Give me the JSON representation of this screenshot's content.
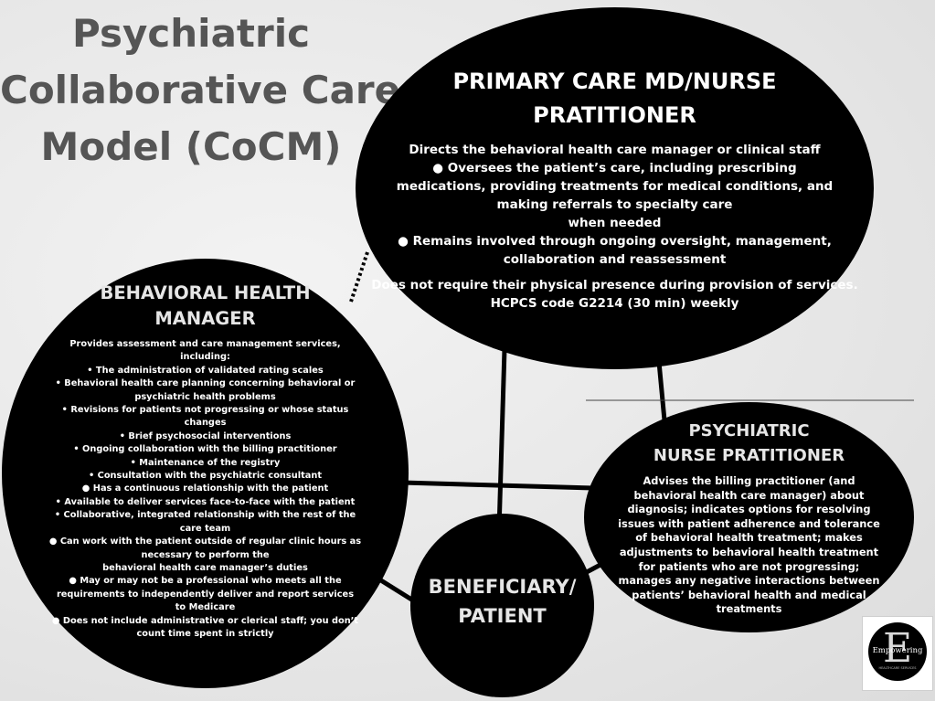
{
  "title": {
    "lines": [
      "Psychiatric",
      "Collaborative Care",
      "Model (CoCM)"
    ]
  },
  "primary_care": {
    "heading": [
      "PRIMARY CARE MD/NURSE",
      "PRATITIONER"
    ],
    "body": [
      "Directs the behavioral health care manager or clinical staff",
      "● Oversees the patient’s care, including prescribing",
      "medications, providing treatments for medical conditions, and",
      "making referrals to specialty care",
      "when needed",
      "● Remains involved through ongoing oversight, management,",
      "collaboration and reassessment"
    ],
    "body2": [
      "Does not require their physical presence",
      "during provision of services.",
      "HCPCS code G2214 (30 min)",
      "weekly"
    ]
  },
  "behavioral_manager": {
    "heading": [
      "BEHAVIORAL HEALTH",
      "MANAGER"
    ],
    "body": [
      "Provides assessment and care management services,",
      "including:",
      "• The administration of validated rating scales",
      "• Behavioral health care planning concerning behavioral or",
      "psychiatric health problems",
      "• Revisions for patients not progressing or whose status",
      "changes",
      "• Brief psychosocial interventions",
      "• Ongoing collaboration with the billing practitioner",
      "• Maintenance of the registry",
      "• Consultation with the psychiatric consultant",
      "● Has a continuous relationship with the patient",
      "• Available to deliver services face-to-face with the patient",
      "• Collaborative, integrated relationship with the rest of the",
      "care team",
      "● Can work with the patient outside of regular clinic hours as",
      "necessary to perform the",
      "behavioral health care manager’s duties",
      "● May or may not be a professional who meets all the",
      "requirements to independently deliver and report services",
      "to Medicare",
      "● Does not include administrative or clerical staff; you don’t",
      "count time spent in strictly"
    ]
  },
  "psychiatric_np": {
    "heading": [
      "PSYCHIATRIC",
      "NURSE PRATITIONER"
    ],
    "body": [
      "Advises the billing practitioner (and",
      "behavioral health care manager) about",
      "diagnosis; indicates options for resolving",
      "issues with patient adherence and tolerance",
      "of behavioral health treatment; makes",
      "adjustments to behavioral health treatment",
      "for patients who are not progressing;",
      "manages any negative interactions between",
      "patients’ behavioral health and medical",
      "treatments"
    ]
  },
  "beneficiary": {
    "heading": [
      "BENEFICIARY/",
      "PATIENT"
    ]
  },
  "logo": {
    "letter": "E",
    "word": "Empowering",
    "sub": "HEALTHCARE SERVICES"
  },
  "colors": {
    "background": "#e9e9e9",
    "node_fill": "#000000",
    "title_text": "#555555",
    "connector": "#000000"
  }
}
